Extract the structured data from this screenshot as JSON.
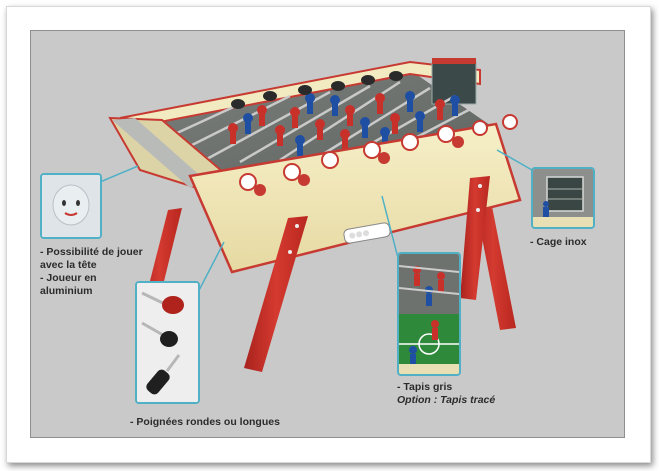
{
  "captions": {
    "head_line1": "- Possibilité de jouer",
    "head_line2": "avec la tête",
    "head_line3": "- Joueur en",
    "head_line4": "aluminium",
    "cage": "- Cage inox",
    "tapis_line1": "- Tapis gris",
    "tapis_line2": "Option : Tapis tracé",
    "poignees": "- Poignées rondes ou longues"
  },
  "colors": {
    "background": "#c9c9c9",
    "accent": "#4fb0c6",
    "table_body": "#efe6b8",
    "legs": "#c8312b",
    "team_red": "#c8302a",
    "team_blue": "#1f4fa3"
  },
  "icons": {
    "foosball_table": "foosball-table-illustration",
    "player_head": "player-head-thumbnail",
    "handles": "handles-thumbnail",
    "cage": "steel-goal-thumbnail",
    "playfield": "playfield-thumbnail"
  }
}
